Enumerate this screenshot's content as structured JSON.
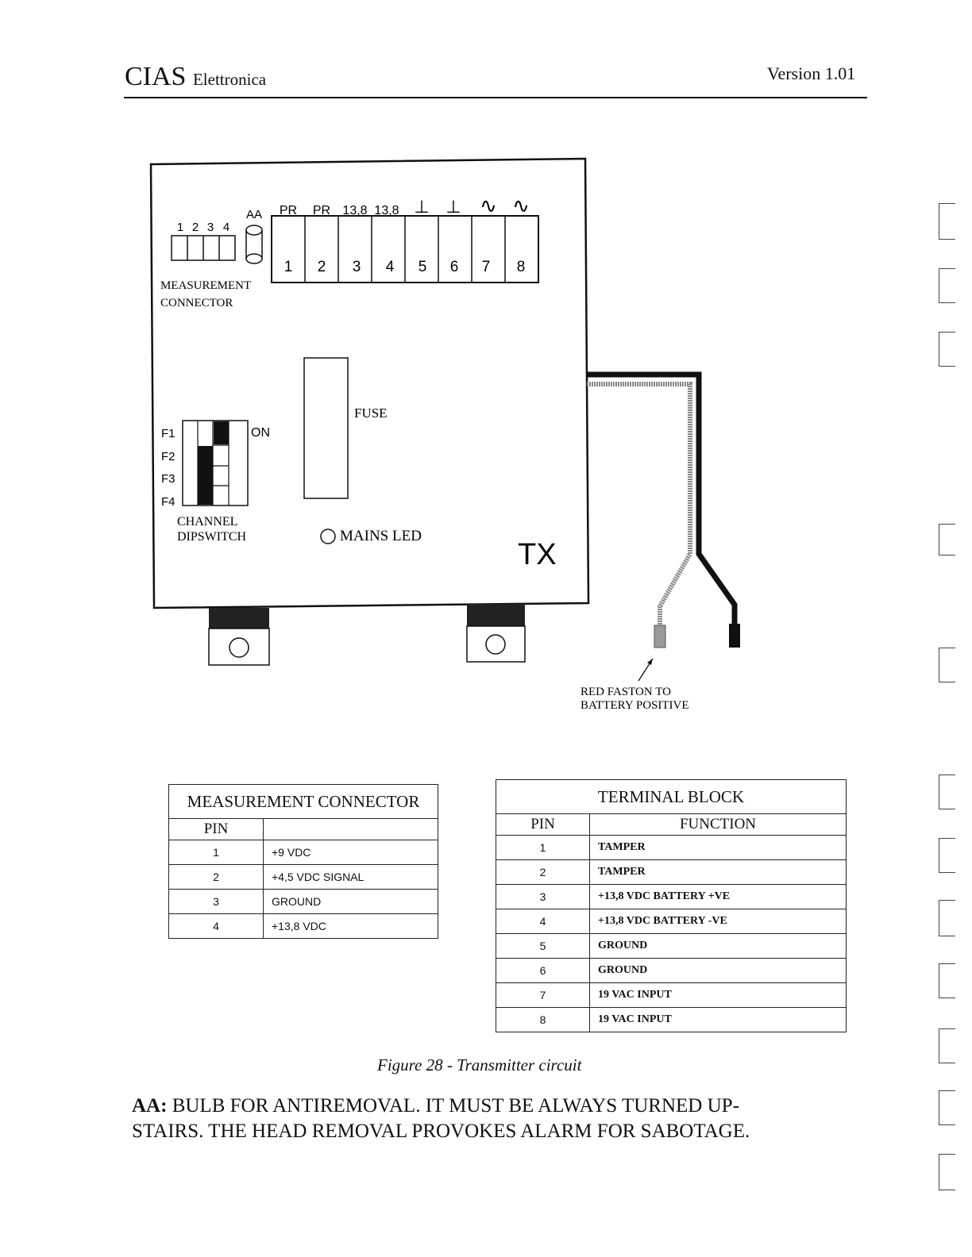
{
  "header": {
    "brand": "CIAS",
    "brand_sub": "Elettronica",
    "version": "Version 1.01"
  },
  "diagram": {
    "terminal_top_labels": [
      "PR",
      "PR",
      "13,8",
      "13,8",
      "⊥",
      "⊥",
      "∿",
      "∿"
    ],
    "terminal_numbers": [
      "1",
      "2",
      "3",
      "4",
      "5",
      "6",
      "7",
      "8"
    ],
    "meas_pins": [
      "1",
      "2",
      "3",
      "4"
    ],
    "aa_label": "AA",
    "meas_label_line1": "MEASUREMENT",
    "meas_label_line2": "CONNECTOR",
    "fuse_label": "FUSE",
    "dip_rows": [
      "F1",
      "F2",
      "F3",
      "F4"
    ],
    "dip_on": "ON",
    "dip_label_line1": "CHANNEL",
    "dip_label_line2": "DIPSWITCH",
    "mains_led": "MAINS LED",
    "tx": "TX",
    "faston_line1": "RED FASTON TO",
    "faston_line2": "BATTERY POSITIVE"
  },
  "measurement_table": {
    "title": "MEASUREMENT CONNECTOR",
    "col_pin": "PIN",
    "col_function": "",
    "rows": [
      {
        "pin": "1",
        "value": "+9 VDC"
      },
      {
        "pin": "2",
        "value": "+4,5 VDC SIGNAL"
      },
      {
        "pin": "3",
        "value": "GROUND"
      },
      {
        "pin": "4",
        "value": "+13,8 VDC"
      }
    ]
  },
  "terminal_table": {
    "title": "TERMINAL BLOCK",
    "col_pin": "PIN",
    "col_function": "FUNCTION",
    "rows": [
      {
        "pin": "1",
        "value": "TAMPER"
      },
      {
        "pin": "2",
        "value": "TAMPER"
      },
      {
        "pin": "3",
        "value": "+13,8 VDC  BATTERY +VE"
      },
      {
        "pin": "4",
        "value": "+13,8 VDC  BATTERY -VE"
      },
      {
        "pin": "5",
        "value": "GROUND"
      },
      {
        "pin": "6",
        "value": "GROUND"
      },
      {
        "pin": "7",
        "value": "19 VAC  INPUT"
      },
      {
        "pin": "8",
        "value": "19 VAC  INPUT"
      }
    ]
  },
  "caption": "Figure 28 - Transmitter circuit",
  "note": {
    "lead": "AA:",
    "line1": " BULB FOR ANTIREMOVAL. IT MUST BE ALWAYS TURNED UP-",
    "line2": "STAIRS. THE HEAD REMOVAL PROVOKES ALARM FOR SABOTAGE."
  }
}
